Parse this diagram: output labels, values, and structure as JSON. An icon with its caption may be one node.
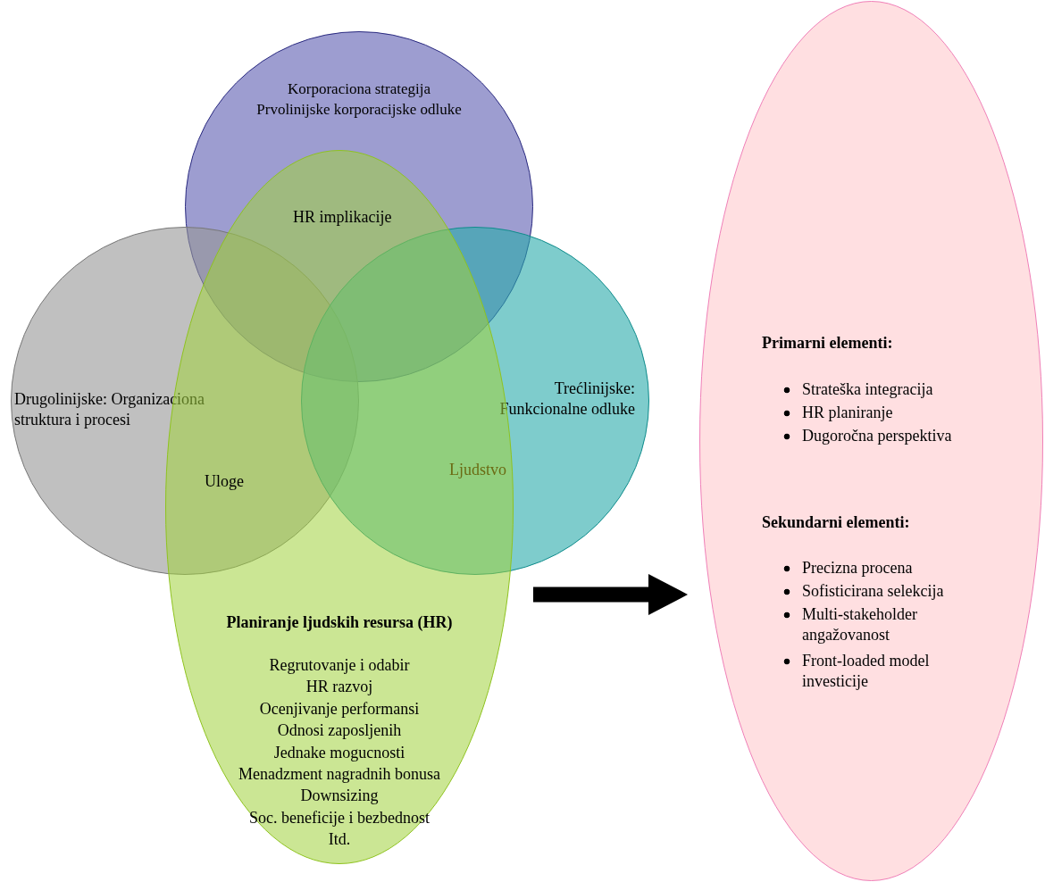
{
  "diagram": {
    "nodes": [
      {
        "text": [
          "Korporaciona strategija",
          "Prvolinijske korporacijske odluke"
        ]
      },
      {
        "text": [
          "Drugolinijske: Organizaciona struktura i procesi"
        ]
      },
      {
        "text": [
          "Trećlinijske: Funkcionalne odluke"
        ]
      },
      {
        "text": [
          "Planiranje ljudskih resursa (HR)",
          "Regrutovanje i odabir",
          "HR razvoj",
          "Ocenjivanje performansi",
          "Odnosi zaposljenih",
          "Jednake mogucnosti",
          "Menadzment nagradnih bonusa",
          "Downsizing",
          "Soc. beneficije i bezbednost",
          "Itd."
        ]
      },
      {
        "text": [
          "Primarni elementi:",
          "Strateška integracija",
          "HR planiranje",
          "Dugoročna perspektiva",
          "Sekundarni elementi:",
          "Precizna procena",
          "Sofisticirana selekcija",
          "Multi-stakeholder angažovanost",
          "Front-loaded model investicije"
        ]
      }
    ],
    "edges": [
      {
        "from": 3,
        "to": 4,
        "arrow": "to"
      }
    ],
    "labels": [
      "HR implikacije",
      "Uloge",
      "Ljudstvo"
    ]
  }
}
